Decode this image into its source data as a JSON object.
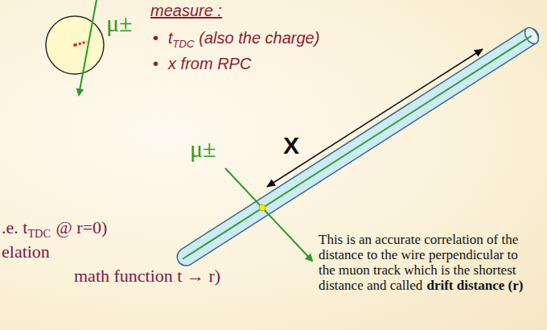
{
  "diagram": {
    "labels": [
      "μ±",
      "measure :",
      "•",
      "t",
      "TDC",
      "(also the charge)",
      "•",
      "x from RPC",
      "μ±",
      "X",
      ".e. t",
      "TDC",
      "@ r=0)",
      "elation",
      "math function t → r)",
      "This is an accurate correlation of the distance to the wire perpendicular to the muon track which is the shortest distance and called",
      "drift distance (r)"
    ]
  }
}
